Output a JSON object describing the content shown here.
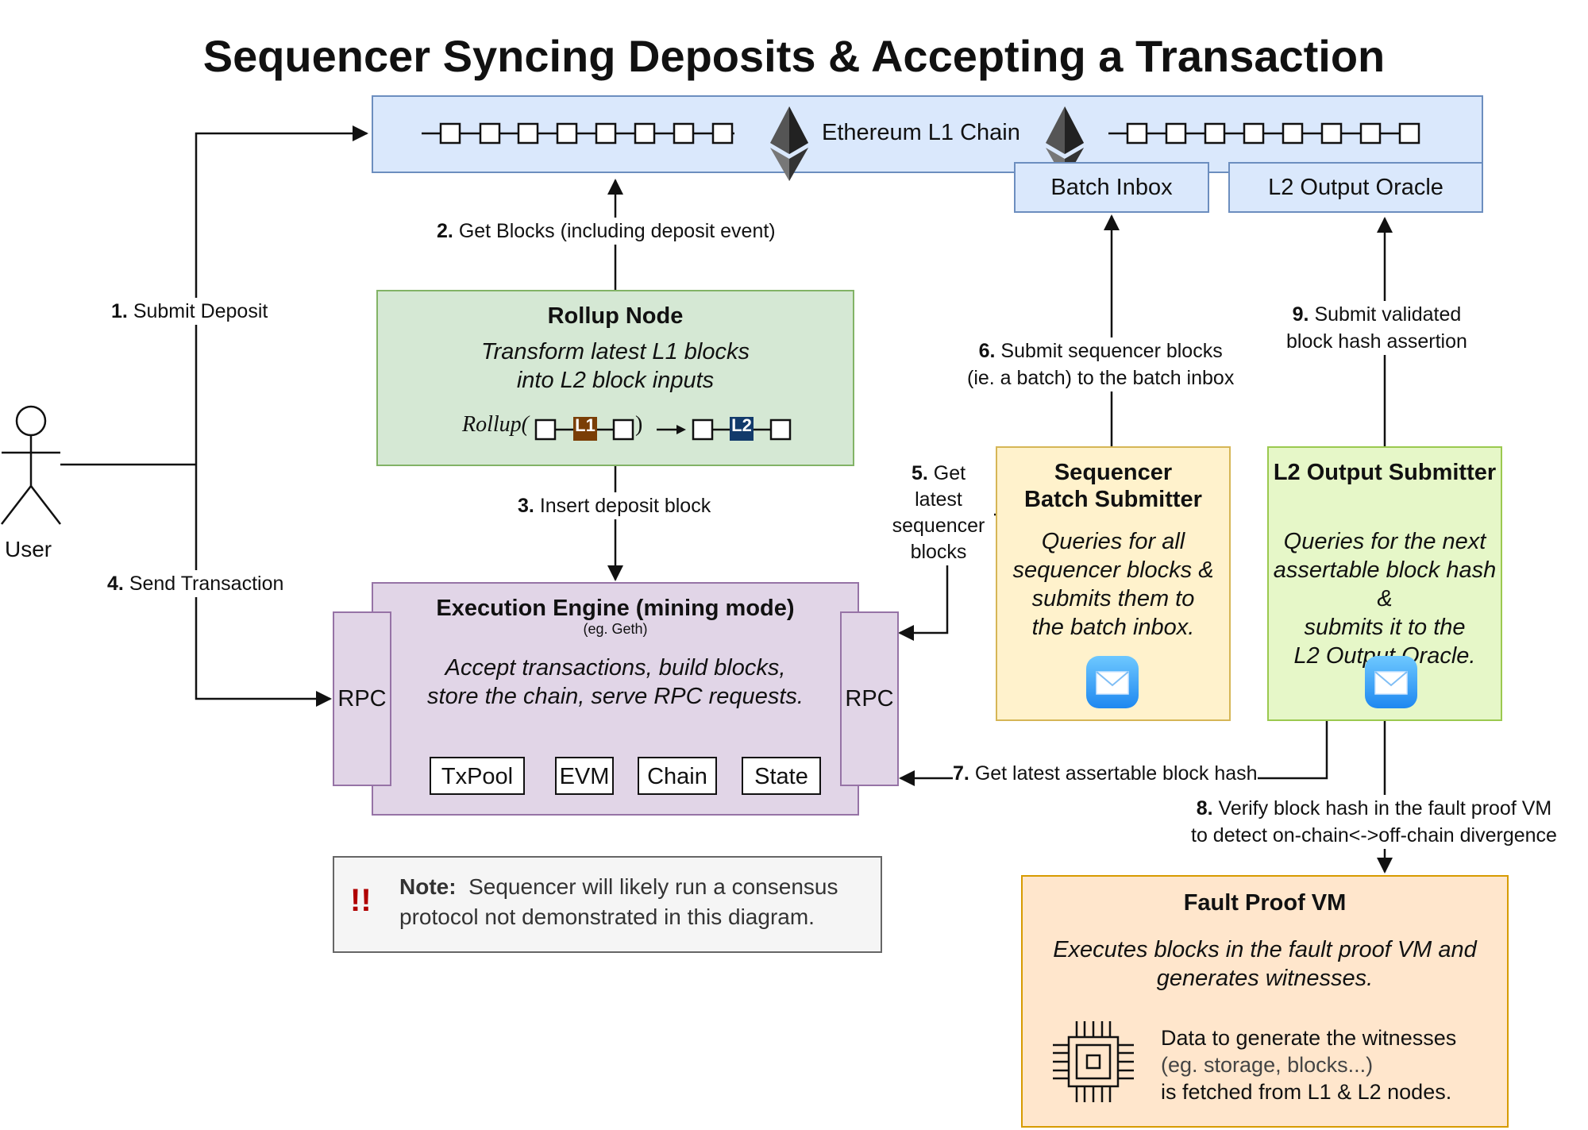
{
  "title": "Sequencer Syncing Deposits & Accepting a Transaction",
  "l1": {
    "label": "Ethereum L1 Chain",
    "batch_inbox": "Batch Inbox",
    "l2_output_oracle": "L2 Output Oracle",
    "icon": "ethereum-icon"
  },
  "user": {
    "label": "User",
    "icon": "person-icon"
  },
  "rollup_node": {
    "title": "Rollup Node",
    "desc_line1": "Transform latest L1 blocks",
    "desc_line2": "into L2 block inputs",
    "formula_prefix": "Rollup(",
    "formula_suffix": ")",
    "l1_tag": "L1",
    "l2_tag": "L2"
  },
  "execution_engine": {
    "title": "Execution Engine (mining mode)",
    "subtitle": "(eg. Geth)",
    "desc_line1": "Accept transactions, build blocks,",
    "desc_line2": "store the chain, serve RPC requests.",
    "rpc_left": "RPC",
    "rpc_right": "RPC",
    "components": [
      "TxPool",
      "EVM",
      "Chain",
      "State"
    ]
  },
  "batch_submitter": {
    "title_line1": "Sequencer",
    "title_line2": "Batch Submitter",
    "desc": [
      "Queries for all",
      "sequencer blocks &",
      "submits them to",
      "the batch inbox."
    ],
    "icon": "mail-icon"
  },
  "output_submitter": {
    "title": "L2 Output Submitter",
    "desc": [
      "Queries for the next",
      "assertable block hash &",
      "submits it to the",
      "L2 Output Oracle."
    ],
    "icon": "mail-icon"
  },
  "fault_proof_vm": {
    "title": "Fault Proof VM",
    "desc_line1": "Executes blocks in the fault proof VM and",
    "desc_line2": "generates witnesses.",
    "data_line1": "Data to generate the witnesses",
    "data_line2": "(eg. storage, blocks...)",
    "data_line3": "is fetched from L1 & L2 nodes.",
    "icon": "cpu-chip-icon"
  },
  "note": {
    "mark": "!!",
    "bold": "Note:",
    "line1": "Sequencer will likely run a consensus",
    "line2": "protocol not demonstrated in this diagram."
  },
  "steps": {
    "s1": {
      "num": "1.",
      "text": "Submit Deposit"
    },
    "s2": {
      "num": "2.",
      "text": "Get Blocks (including deposit event)"
    },
    "s3": {
      "num": "3.",
      "text": "Insert deposit block"
    },
    "s4": {
      "num": "4.",
      "text": "Send Transaction"
    },
    "s5": {
      "num": "5.",
      "line1": "Get",
      "line2": "latest",
      "line3": "sequencer",
      "line4": "blocks"
    },
    "s6": {
      "num": "6.",
      "line1": "Submit sequencer blocks",
      "line2": "(ie. a batch) to the batch inbox"
    },
    "s7": {
      "num": "7.",
      "text": "Get latest assertable block hash"
    },
    "s8": {
      "num": "8.",
      "line1": "Verify block hash in the fault proof VM",
      "line2": "to detect on-chain<->off-chain divergence"
    },
    "s9": {
      "num": "9.",
      "line1": "Submit validated",
      "line2": "block hash assertion"
    }
  },
  "colors": {
    "l1_fill": "#dae8fc",
    "l1_stroke": "#6c8ebf",
    "rollup_fill": "#d5e8d4",
    "rollup_stroke": "#82b366",
    "engine_fill": "#e1d5e7",
    "engine_stroke": "#9673a6",
    "batch_fill": "#fff2cc",
    "batch_stroke": "#d6b656",
    "output_fill": "#e6f7c8",
    "output_stroke": "#9bc94f",
    "vm_fill": "#ffe6cc",
    "vm_stroke": "#d79b00",
    "l1_tag": "#7a3e06",
    "l2_tag": "#123a6b",
    "note_mark": "#b00000"
  }
}
